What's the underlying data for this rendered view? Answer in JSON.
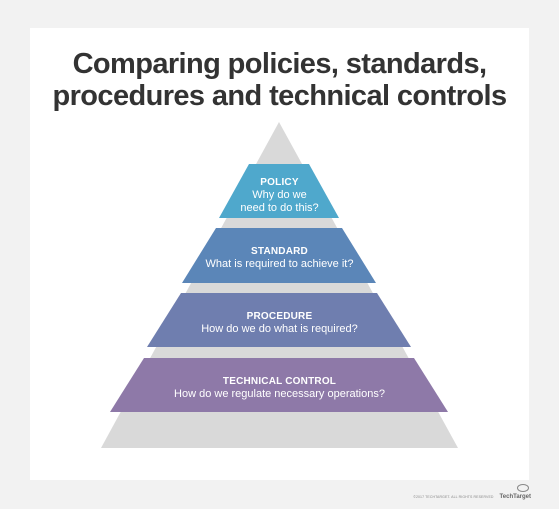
{
  "title": {
    "line1": "Comparing policies, standards,",
    "line2": "procedures and technical controls"
  },
  "tiers": [
    {
      "heading": "POLICY",
      "desc_lines": [
        "Why do we",
        "need to do this?"
      ],
      "color": "#4fa8cc"
    },
    {
      "heading": "STANDARD",
      "desc_lines": [
        "What is required to achieve it?"
      ],
      "color": "#5b86b8"
    },
    {
      "heading": "PROCEDURE",
      "desc_lines": [
        "How do we do what is required?"
      ],
      "color": "#6f7eaf"
    },
    {
      "heading": "TECHNICAL CONTROL",
      "desc_lines": [
        "How do we regulate necessary operations?"
      ],
      "color": "#8e79a8"
    }
  ],
  "colors": {
    "background": "#f2f2f2",
    "card": "#ffffff",
    "pyramid_shadow": "#d9d9d9",
    "title": "#333333"
  },
  "footer": {
    "copyright": "©2017 TECHTARGET. ALL RIGHTS RESERVED",
    "brand": "TechTarget",
    "logo_icon": "eye-icon"
  }
}
